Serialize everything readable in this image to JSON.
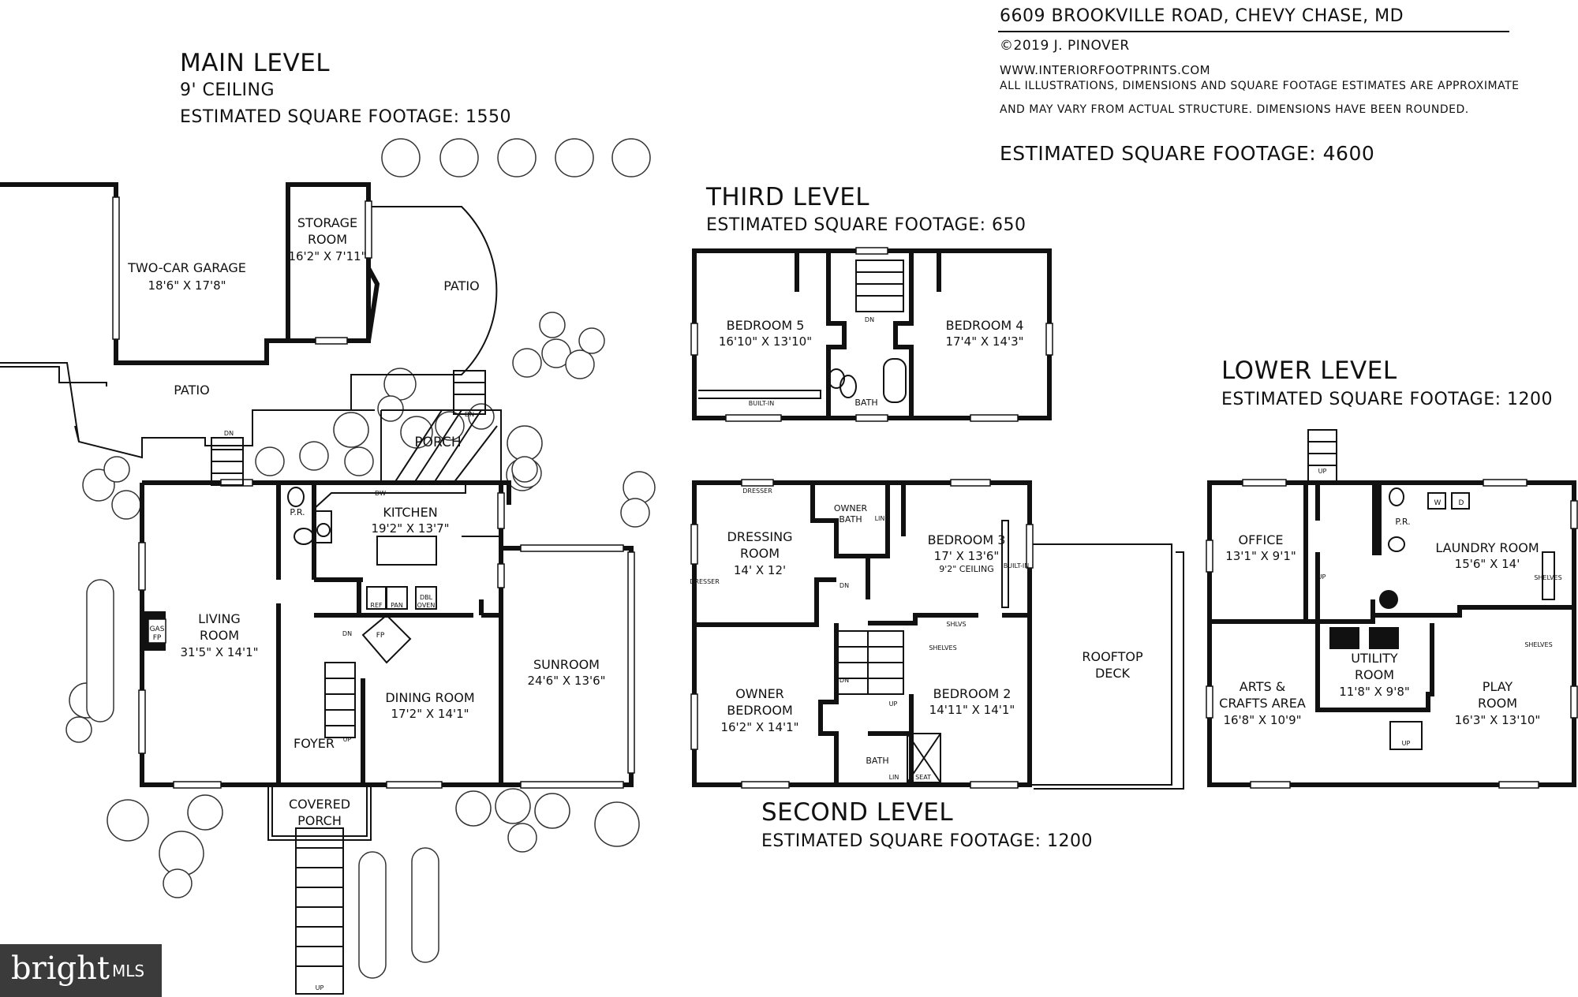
{
  "header": {
    "address": "6609 BROOKVILLE ROAD, CHEVY CHASE, MD",
    "copyright": "©2019 J. PINOVER",
    "website": "WWW.INTERIORFOOTPRINTS.COM",
    "disclaimer_line1": "ALL ILLUSTRATIONS, DIMENSIONS AND SQUARE FOOTAGE ESTIMATES ARE APPROXIMATE",
    "disclaimer_line2": "AND MAY VARY FROM ACTUAL STRUCTURE. DIMENSIONS HAVE BEEN ROUNDED.",
    "total_sqft": "ESTIMATED SQUARE FOOTAGE: 4600"
  },
  "main_level": {
    "title": "MAIN LEVEL",
    "ceiling": "9' CEILING",
    "sqft": "ESTIMATED SQUARE FOOTAGE: 1550",
    "rooms": {
      "garage_name": "TWO-CAR GARAGE",
      "garage_dim": "18'6\" X 17'8\"",
      "storage_name1": "STORAGE",
      "storage_name2": "ROOM",
      "storage_dim": "16'2\" X 7'11\"",
      "patio_upper": "PATIO",
      "patio_lower": "PATIO",
      "porch": "PORCH",
      "kitchen_name": "KITCHEN",
      "kitchen_dim": "19'2\" X 13'7\"",
      "pr": "P.R.",
      "dw": "DW",
      "ref": "REF",
      "pan": "PAN",
      "dbl": "DBL",
      "oven": "OVEN",
      "living_name1": "LIVING",
      "living_name2": "ROOM",
      "living_dim": "31'5\" X 14'1\"",
      "gas": "GAS",
      "fp": "FP",
      "fp2": "FP",
      "dining_name": "DINING ROOM",
      "dining_dim": "17'2\" X 14'1\"",
      "sunroom_name": "SUNROOM",
      "sunroom_dim": "24'6\" X 13'6\"",
      "foyer": "FOYER",
      "covered1": "COVERED",
      "covered2": "PORCH",
      "dn1": "DN",
      "dn2": "DN",
      "dn3": "DN",
      "up1": "UP",
      "up2": "UP"
    }
  },
  "third_level": {
    "title": "THIRD LEVEL",
    "sqft": "ESTIMATED SQUARE FOOTAGE: 650",
    "rooms": {
      "bed5_name": "BEDROOM 5",
      "bed5_dim": "16'10\" X 13'10\"",
      "bed4_name": "BEDROOM 4",
      "bed4_dim": "17'4\" X 14'3\"",
      "bath": "BATH",
      "builtin": "BUILT-IN",
      "dn": "DN"
    }
  },
  "second_level": {
    "title": "SECOND LEVEL",
    "sqft": "ESTIMATED SQUARE FOOTAGE: 1200",
    "rooms": {
      "dressing1": "DRESSING",
      "dressing2": "ROOM",
      "dressing_dim": "14' X 12'",
      "dresser1": "DRESSER",
      "dresser2": "DRESSER",
      "ownerbath1": "OWNER",
      "ownerbath2": "BATH",
      "lin1": "LIN",
      "bed3_name": "BEDROOM 3",
      "bed3_dim": "17' X 13'6\"",
      "bed3_ceiling": "9'2\" CEILING",
      "builtin": "BUILT-IN",
      "owner1": "OWNER",
      "owner2": "BEDROOM",
      "owner_dim": "16'2\" X 14'1\"",
      "bed2_name": "BEDROOM 2",
      "bed2_dim": "14'11\" X 14'1\"",
      "bath": "BATH",
      "lin2": "LIN",
      "seat": "SEAT",
      "shlvs": "SHLVS",
      "shelves": "SHELVES",
      "rooftop1": "ROOFTOP",
      "rooftop2": "DECK",
      "dn1": "DN",
      "dn2": "DN",
      "up": "UP"
    }
  },
  "lower_level": {
    "title": "LOWER LEVEL",
    "sqft": "ESTIMATED SQUARE FOOTAGE: 1200",
    "rooms": {
      "office_name": "OFFICE",
      "office_dim": "13'1\" X 9'1\"",
      "laundry_name": "LAUNDRY ROOM",
      "laundry_dim": "15'6\" X 14'",
      "pr": "P.R.",
      "w": "W",
      "d": "D",
      "shelves1": "SHELVES",
      "shelves2": "SHELVES",
      "arts1": "ARTS &",
      "arts2": "CRAFTS AREA",
      "arts_dim": "16'8\" X 10'9\"",
      "utility1": "UTILITY",
      "utility2": "ROOM",
      "utility_dim": "11'8\" X 9'8\"",
      "play1": "PLAY",
      "play2": "ROOM",
      "play_dim": "16'3\" X 13'10\"",
      "up1": "UP",
      "up2": "UP",
      "up3": "UP"
    }
  },
  "watermark": {
    "brand": "bright",
    "suffix": "MLS"
  }
}
